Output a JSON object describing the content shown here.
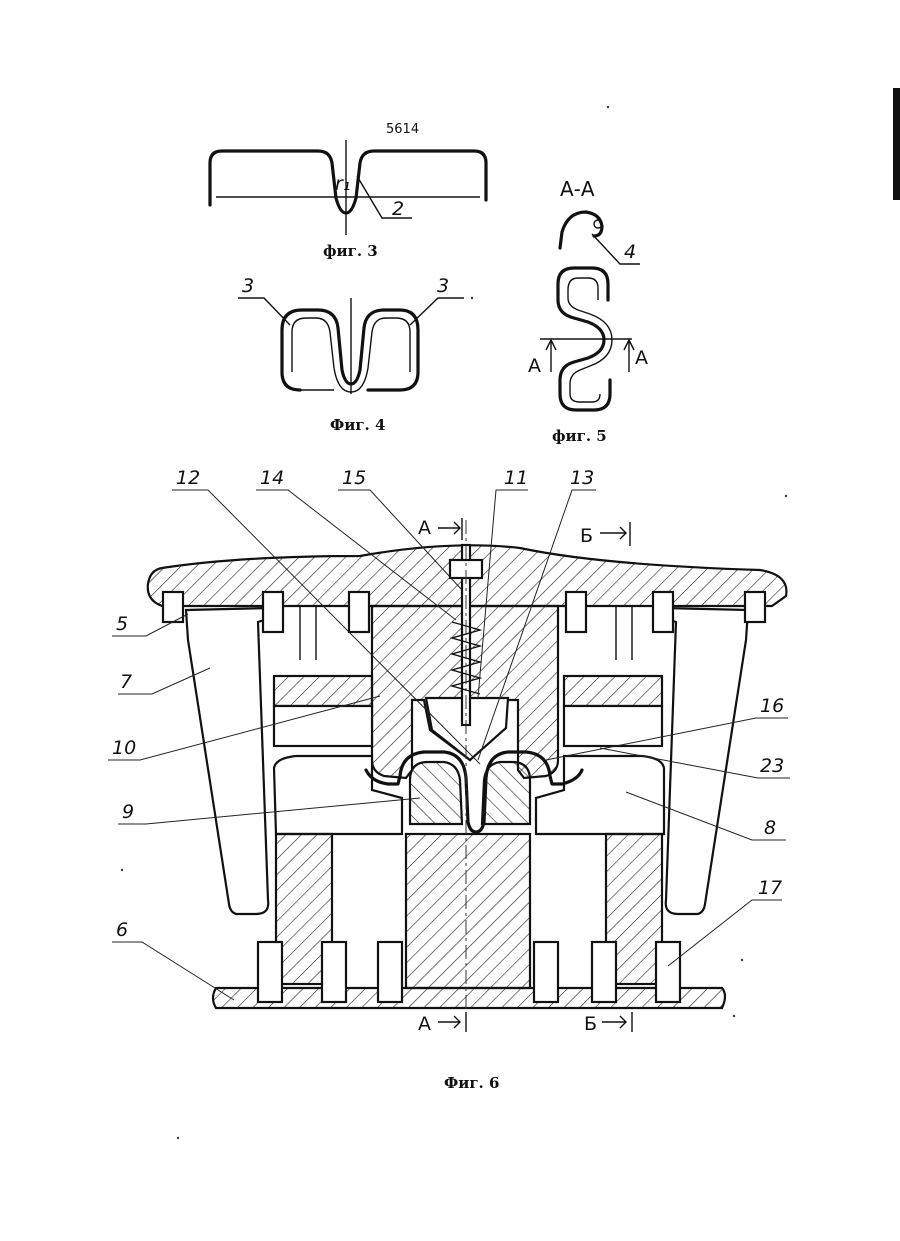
{
  "page_number": "5614",
  "figure3": {
    "caption": "фиг. 3",
    "labels": {
      "r": "r₁",
      "part": "2"
    }
  },
  "figure4": {
    "caption": "Фиг. 4",
    "labels": {
      "left": "3",
      "right": "3"
    }
  },
  "figure5": {
    "caption": "фиг. 5",
    "section_title": "А-А",
    "labels": {
      "part": "4",
      "cut_left": "А",
      "cut_right": "А"
    }
  },
  "figure6": {
    "caption": "Фиг. 6",
    "section_marks": {
      "a_top": "А",
      "b_top": "Б",
      "a_bottom": "А",
      "b_bottom": "Б"
    },
    "labels": {
      "l12": "12",
      "l14": "14",
      "l15": "15",
      "l11": "11",
      "l13": "13",
      "l5": "5",
      "l7": "7",
      "l10": "10",
      "l9": "9",
      "l6": "6",
      "l16": "16",
      "l23": "23",
      "l8": "8",
      "l17": "17"
    }
  }
}
